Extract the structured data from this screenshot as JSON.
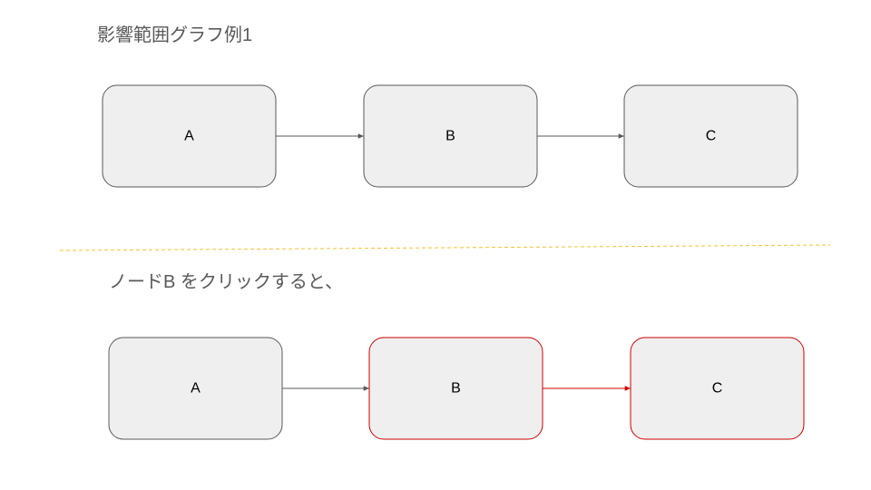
{
  "titles": {
    "top": "影響範囲グラフ例1",
    "bottom": "ノードB をクリックすると、"
  },
  "colors": {
    "node_fill": "#efefef",
    "node_stroke": "#595959",
    "highlight": "#cc0000",
    "edge_default": "#595959",
    "divider": "#f1c232",
    "title_text": "#595959"
  },
  "graphs": [
    {
      "id": "before",
      "nodes": [
        {
          "id": "A",
          "label": "A",
          "highlighted": false
        },
        {
          "id": "B",
          "label": "B",
          "highlighted": false
        },
        {
          "id": "C",
          "label": "C",
          "highlighted": false
        }
      ],
      "edges": [
        {
          "from": "A",
          "to": "B",
          "highlighted": false
        },
        {
          "from": "B",
          "to": "C",
          "highlighted": false
        }
      ]
    },
    {
      "id": "after",
      "nodes": [
        {
          "id": "A",
          "label": "A",
          "highlighted": false
        },
        {
          "id": "B",
          "label": "B",
          "highlighted": true
        },
        {
          "id": "C",
          "label": "C",
          "highlighted": true
        }
      ],
      "edges": [
        {
          "from": "A",
          "to": "B",
          "highlighted": false
        },
        {
          "from": "B",
          "to": "C",
          "highlighted": true
        }
      ]
    }
  ]
}
